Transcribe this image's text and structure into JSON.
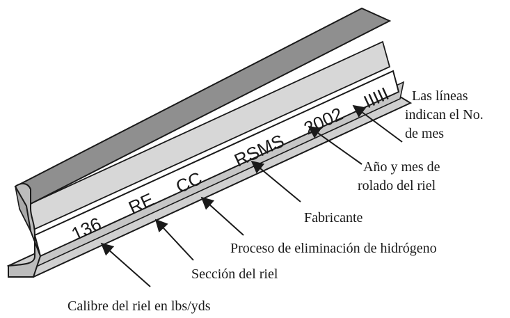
{
  "rail_markings": [
    "136",
    "RE",
    "CC",
    "RSMS",
    "2002",
    "IIIII"
  ],
  "callouts": {
    "month_lines": [
      "Las líneas",
      "indican el No.",
      "de mes"
    ],
    "year_month": [
      "Año y mes de",
      "rolado del riel"
    ],
    "manufacturer": "Fabricante",
    "hydrogen_process": "Proceso de eliminación de hidrógeno",
    "rail_section": "Sección del riel",
    "rail_weight": "Calibre del riel en lbs/yds"
  },
  "colors": {
    "head_top": "#8e8e8e",
    "head_side": "#d3d3d3",
    "web": "#ffffff",
    "base": "#cfcfcf",
    "outline": "#1a1a1a"
  }
}
